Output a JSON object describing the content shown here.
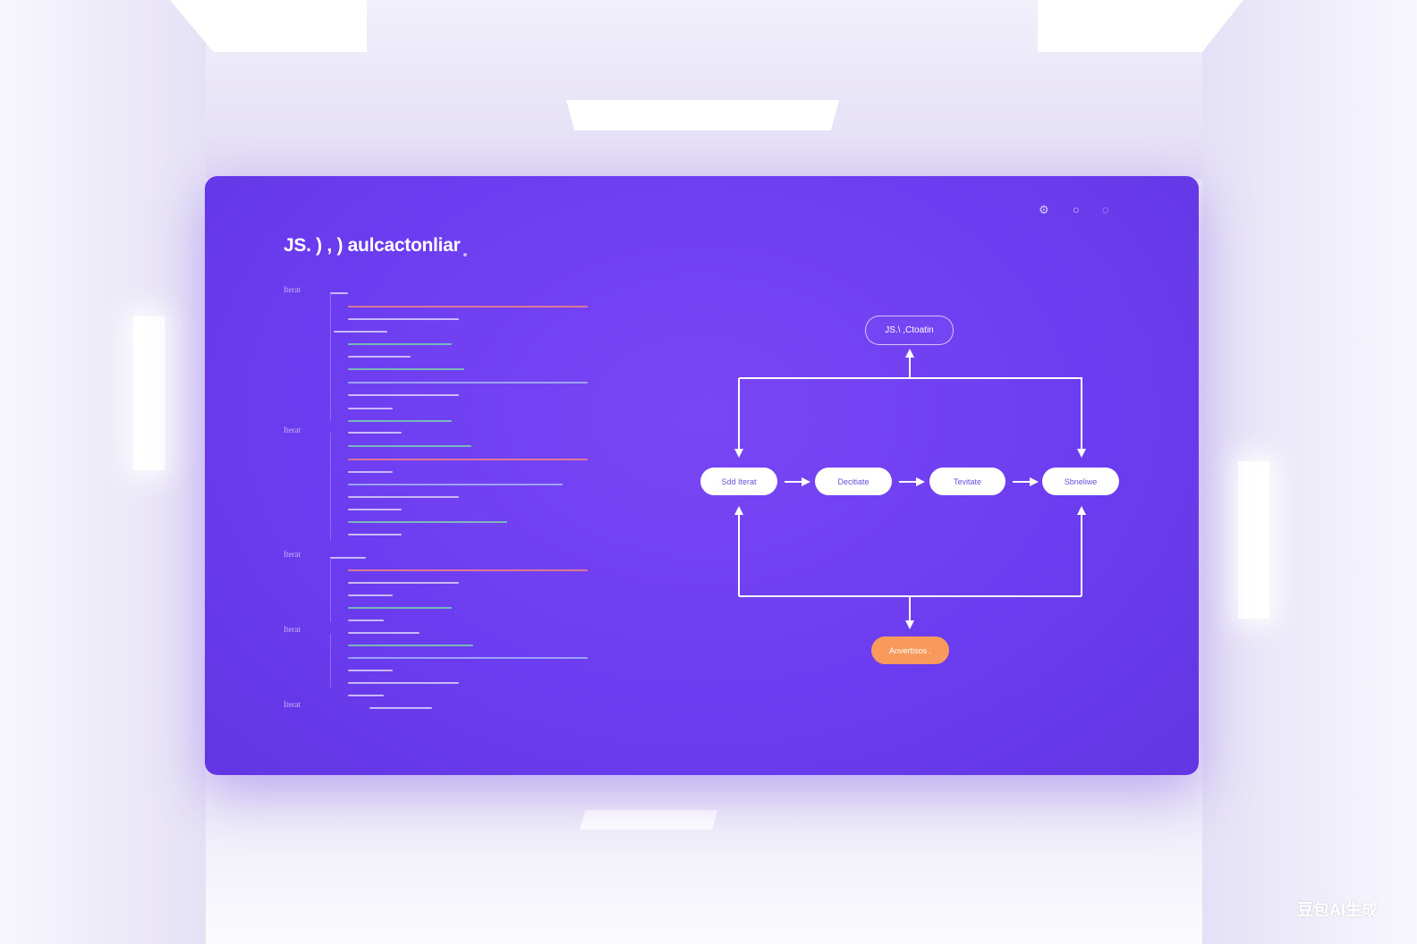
{
  "screen": {
    "title": "JS. ) , ) aulcactonliar",
    "controls": [
      "⚙",
      "○",
      "◌"
    ]
  },
  "code": {
    "labels": [
      "Iterat",
      "Iterat",
      "Iterat",
      "Iterat",
      "Iterat"
    ]
  },
  "flow": {
    "top_node": "JS.\\ ,Ctoatin",
    "nodes": [
      "Sdd Iterat",
      "Decitiate",
      "Tevitate",
      "Sbneliwe"
    ],
    "output_node": "Anvertisos ."
  },
  "colors": {
    "screen": "#6c3df0",
    "node": "#ffffff",
    "output": "#f79a5c",
    "code_red": "#ff8a7a",
    "code_green": "#7ee0a8",
    "code_blue": "#a9c4ff",
    "code_white": "#e8e2ff"
  },
  "watermark": "豆包AI生成"
}
